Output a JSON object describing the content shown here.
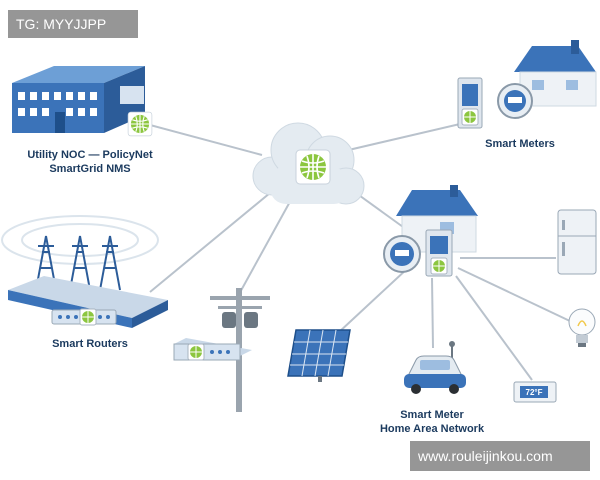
{
  "watermark_top": "TG: MYYJJPP",
  "watermark_bottom": "www.rouleijinkou.com",
  "labels": {
    "noc_line1": "Utility NOC — PolicyNet",
    "noc_line2": "SmartGrid NMS",
    "smart_meters": "Smart Meters",
    "smart_routers": "Smart Routers",
    "han_line1": "Smart Meter",
    "han_line2": "Home Area Network",
    "thermostat": "72°F"
  },
  "colors": {
    "accent_green": "#8cc63f",
    "building_blue": "#3b73b9",
    "label_navy": "#1b3a5e",
    "line_gray": "#b9c2cc"
  },
  "icons": [
    "policynet-logo-icon",
    "cloud-icon",
    "office-building-icon",
    "house-icon",
    "smart-meter-icon",
    "router-tower-icon",
    "pole-router-icon",
    "solar-panel-icon",
    "electric-car-icon",
    "thermostat-icon",
    "refrigerator-icon",
    "light-bulb-icon"
  ]
}
